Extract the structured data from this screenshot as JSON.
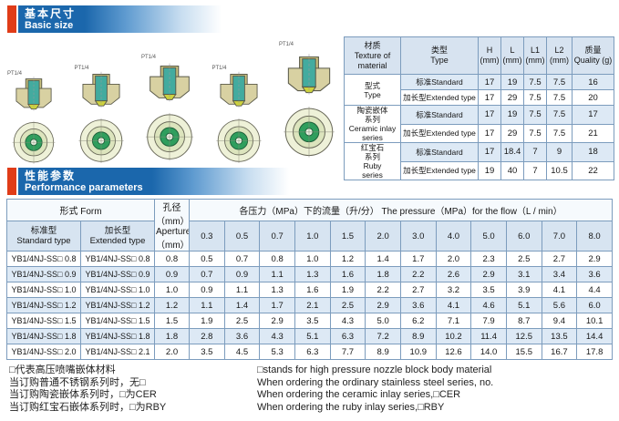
{
  "sections": {
    "basic": {
      "cn": "基本尺寸",
      "en": "Basic size"
    },
    "perf": {
      "cn": "性能参数",
      "en": "Performance parameters"
    }
  },
  "diagrams": {
    "labels": [
      "PT1/4",
      "PT1/4",
      "PT1/4",
      "PT1/4",
      "PT1/4"
    ]
  },
  "basic": {
    "headers": [
      "材质\nTexture of\nmaterial",
      "类型\nType",
      "H\n(mm)",
      "L\n(mm)",
      "L1\n(mm)",
      "L2\n(mm)",
      "质量\nQuality (g)"
    ],
    "rows": [
      {
        "group": "型式\nType",
        "type": "标准Standard",
        "v": [
          "17",
          "19",
          "7.5",
          "7.5",
          "16"
        ]
      },
      {
        "type": "加长型Extended type",
        "v": [
          "17",
          "29",
          "7.5",
          "7.5",
          "20"
        ]
      },
      {
        "group": "陶瓷嵌体\n系列\nCeramic inlay\nseries",
        "type": "标准Standard",
        "v": [
          "17",
          "19",
          "7.5",
          "7.5",
          "17"
        ]
      },
      {
        "type": "加长型Extended type",
        "v": [
          "17",
          "29",
          "7.5",
          "7.5",
          "21"
        ]
      },
      {
        "group": "红宝石\n系列\nRuby\nseries",
        "type": "标准Standard",
        "v": [
          "17",
          "18.4",
          "7",
          "9",
          "18"
        ]
      },
      {
        "type": "加长型Extended type",
        "v": [
          "19",
          "40",
          "7",
          "10.5",
          "22"
        ]
      }
    ]
  },
  "perf": {
    "form_header": "形式  Form",
    "aperture_header": "孔径\n（mm）\nAperture\n（mm）",
    "flow_header": "各压力（MPa）下的流量（升/分）  The pressure（MPa）for the flow（L / min）",
    "std_header": "标准型\nStandard type",
    "ext_header": "加长型\nExtended type",
    "pressures": [
      "0.3",
      "0.5",
      "0.7",
      "1.0",
      "1.5",
      "2.0",
      "3.0",
      "4.0",
      "5.0",
      "6.0",
      "7.0",
      "8.0"
    ],
    "rows": [
      {
        "std": "YB1/4NJ-SS□ 0.8",
        "ext": "YB1/4NJ-SS□ 0.8",
        "ap": "0.8",
        "v": [
          "0.5",
          "0.7",
          "0.8",
          "1.0",
          "1.2",
          "1.4",
          "1.7",
          "2.0",
          "2.3",
          "2.5",
          "2.7",
          "2.9"
        ]
      },
      {
        "std": "YB1/4NJ-SS□ 0.9",
        "ext": "YB1/4NJ-SS□ 0.9",
        "ap": "0.9",
        "v": [
          "0.7",
          "0.9",
          "1.1",
          "1.3",
          "1.6",
          "1.8",
          "2.2",
          "2.6",
          "2.9",
          "3.1",
          "3.4",
          "3.6"
        ]
      },
      {
        "std": "YB1/4NJ-SS□ 1.0",
        "ext": "YB1/4NJ-SS□ 1.0",
        "ap": "1.0",
        "v": [
          "0.9",
          "1.1",
          "1.3",
          "1.6",
          "1.9",
          "2.2",
          "2.7",
          "3.2",
          "3.5",
          "3.9",
          "4.1",
          "4.4"
        ]
      },
      {
        "std": "YB1/4NJ-SS□ 1.2",
        "ext": "YB1/4NJ-SS□ 1.2",
        "ap": "1.2",
        "v": [
          "1.1",
          "1.4",
          "1.7",
          "2.1",
          "2.5",
          "2.9",
          "3.6",
          "4.1",
          "4.6",
          "5.1",
          "5.6",
          "6.0"
        ]
      },
      {
        "std": "YB1/4NJ-SS□ 1.5",
        "ext": "YB1/4NJ-SS□ 1.5",
        "ap": "1.5",
        "v": [
          "1.9",
          "2.5",
          "2.9",
          "3.5",
          "4.3",
          "5.0",
          "6.2",
          "7.1",
          "7.9",
          "8.7",
          "9.4",
          "10.1"
        ]
      },
      {
        "std": "YB1/4NJ-SS□ 1.8",
        "ext": "YB1/4NJ-SS□ 1.8",
        "ap": "1.8",
        "v": [
          "2.8",
          "3.6",
          "4.3",
          "5.1",
          "6.3",
          "7.2",
          "8.9",
          "10.2",
          "11.4",
          "12.5",
          "13.5",
          "14.4"
        ]
      },
      {
        "std": "YB1/4NJ-SS□ 2.0",
        "ext": "YB1/4NJ-SS□ 2.1",
        "ap": "2.0",
        "v": [
          "3.5",
          "4.5",
          "5.3",
          "6.3",
          "7.7",
          "8.9",
          "10.9",
          "12.6",
          "14.0",
          "15.5",
          "16.7",
          "17.8"
        ]
      }
    ]
  },
  "notes": {
    "cn": [
      "□代表高压喷嘴嵌体材料",
      "当订购普通不锈钢系列时，无□",
      "当订购陶瓷嵌体系列时，□为CER",
      "当订购红宝石嵌体系列时，□为RBY"
    ],
    "en": [
      "□stands for high pressure nozzle block body material",
      "When ordering the ordinary stainless steel series, no.",
      "When ordering the ceramic inlay series,□CER",
      "When ordering the ruby inlay series,□RBY"
    ]
  }
}
